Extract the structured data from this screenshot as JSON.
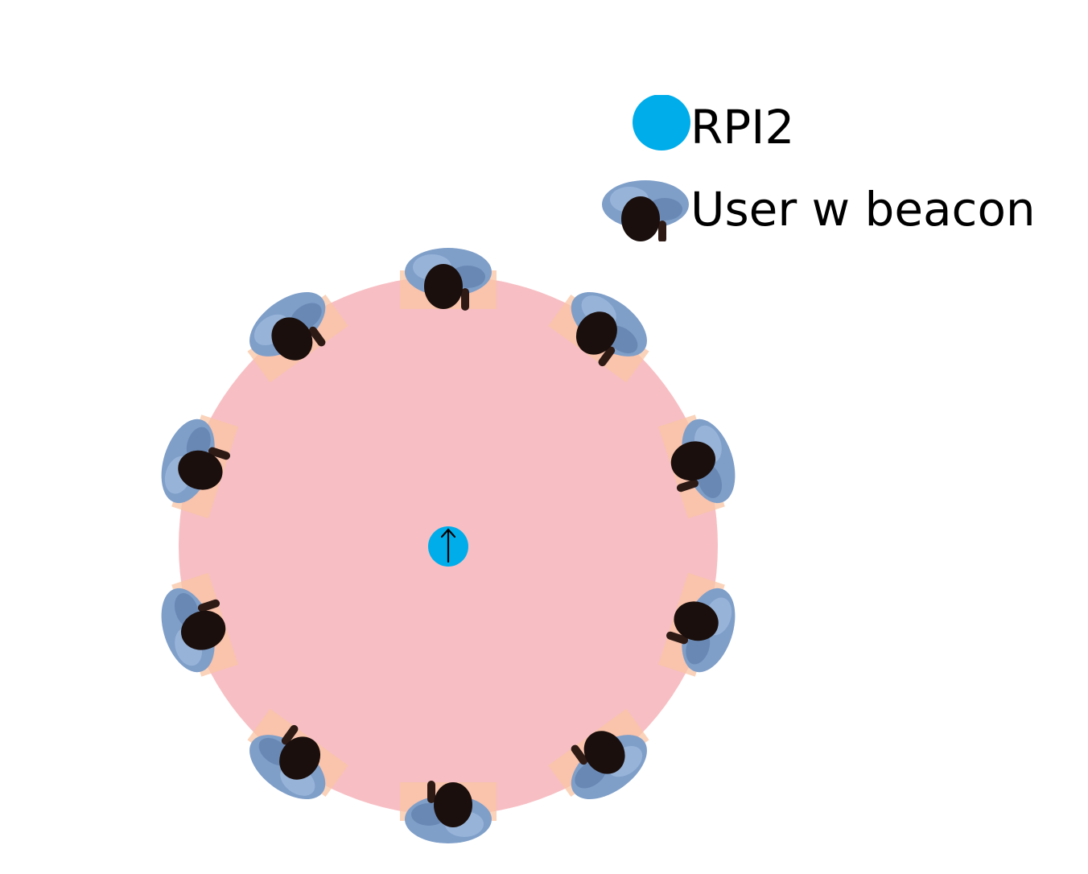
{
  "colors": {
    "area_fill": "#f7bfc4",
    "seat_overlay": "#f9c4a4",
    "rpi": "#00adeb",
    "shirt": "#7f9fc9",
    "shirt_shadow": "#4f6f99",
    "head": "#1a0f0c",
    "head_overlay": "#3e1f1a",
    "arrow": "#000000"
  },
  "icons": {
    "rpi": "filled-circle",
    "user": "person-top-view",
    "orientation": "up-arrow"
  },
  "center_device": {
    "type": "RPI2",
    "arrow_direction": "up"
  },
  "user_count": 10,
  "legend": {
    "items": [
      {
        "id": "rpi",
        "label": "RPI2",
        "icon": "rpi-dot-icon"
      },
      {
        "id": "user",
        "label": "User w beacon",
        "icon": "user-with-beacon-icon"
      }
    ]
  }
}
